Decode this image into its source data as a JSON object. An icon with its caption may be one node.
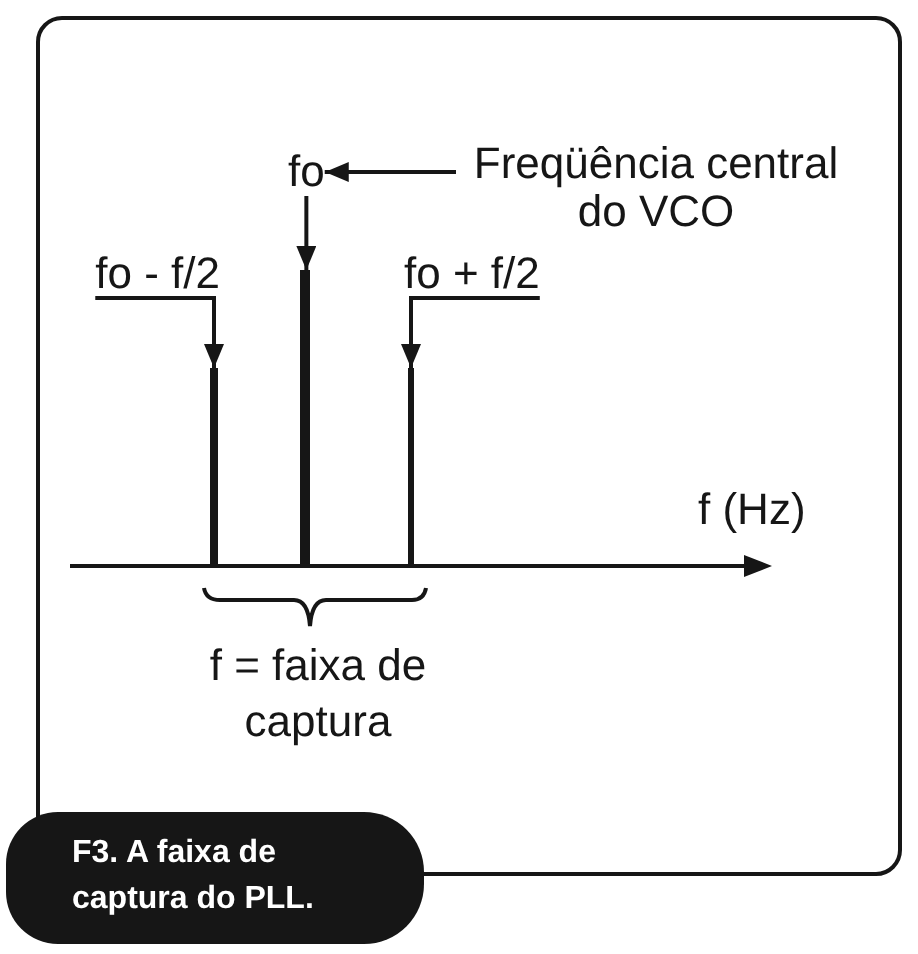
{
  "diagram": {
    "caption": "F3. A faixa de captura do PLL.",
    "nodes": [
      {
        "text": [
          "fo"
        ]
      },
      {
        "text": [
          "Freqüência central do VCO"
        ]
      },
      {
        "text": [
          "fo - f/2"
        ]
      },
      {
        "text": [
          "fo + f/2"
        ]
      },
      {
        "text": [],
        "shape": "bar"
      },
      {
        "text": [],
        "shape": "bar"
      },
      {
        "text": [],
        "shape": "bar"
      }
    ],
    "edges": [
      {
        "from": 1,
        "to": 0,
        "arrow": "to"
      },
      {
        "from": 0,
        "to": 5,
        "arrow": "to"
      },
      {
        "from": 2,
        "to": 4,
        "arrow": "to"
      },
      {
        "from": 3,
        "to": 6,
        "arrow": "to"
      }
    ],
    "labels": [
      "f (Hz)",
      "f = faixa de captura"
    ]
  }
}
